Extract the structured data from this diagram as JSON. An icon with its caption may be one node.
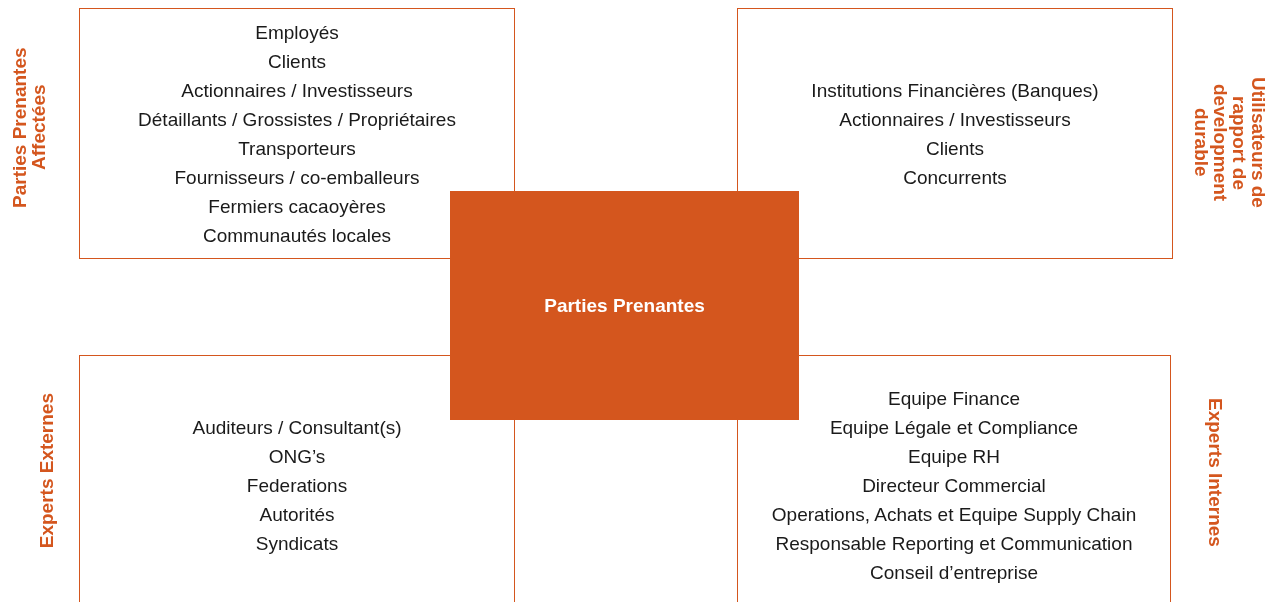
{
  "diagram": {
    "nodes": [
      {
        "text": [
          "Parties Prenantes Affectées",
          "Employés",
          "Clients",
          "Actionnaires / Investisseurs",
          "Détaillants / Grossistes / Propriétaires",
          "Transporteurs",
          "Fournisseurs / co-emballeurs",
          "Fermiers cacaoyères",
          "Communautés locales"
        ]
      },
      {
        "text": [
          "Utilisateurs de rapport de development durable",
          "Institutions Financières (Banques)",
          "Actionnaires / Investisseurs",
          "Clients",
          "Concurrents"
        ]
      },
      {
        "text": [
          "Parties Prenantes"
        ]
      },
      {
        "text": [
          "Experts Externes",
          "Auditeurs / Consultant(s)",
          "ONG’s",
          "Federations",
          "Autorités",
          "Syndicats"
        ]
      },
      {
        "text": [
          "Experts Internes",
          "Equipe Finance",
          "Equipe Légale et Compliance",
          "Equipe RH",
          "Directeur Commercial",
          "Operations, Achats et Equipe Supply Chain",
          "Responsable Reporting et Communication",
          "Conseil d’entreprise"
        ]
      }
    ]
  }
}
